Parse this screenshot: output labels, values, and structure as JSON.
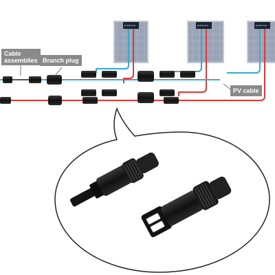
{
  "labels": {
    "cable_assemblies_line1": "Cable",
    "cable_assemblies_line2": "assemblies",
    "branch_plug": "Branch plug",
    "pv_cable": "PV cable"
  },
  "panels": [
    {
      "junction_box_text": "junction box"
    },
    {
      "junction_box_text": "junction box"
    },
    {
      "junction_box_text": "junction box"
    }
  ],
  "colors": {
    "positive_cable": "#d93a3a",
    "negative_cable": "#3aa8c8",
    "label_bg": "#8a8a8a",
    "panel_cell": "#a9b2c2",
    "panel_frame": "#b8bfca",
    "connector_body": "#1c1c1c"
  },
  "icons": [
    "solar-panel-icon",
    "mc4-connector-icon",
    "branch-connector-icon",
    "speech-bubble-icon"
  ]
}
